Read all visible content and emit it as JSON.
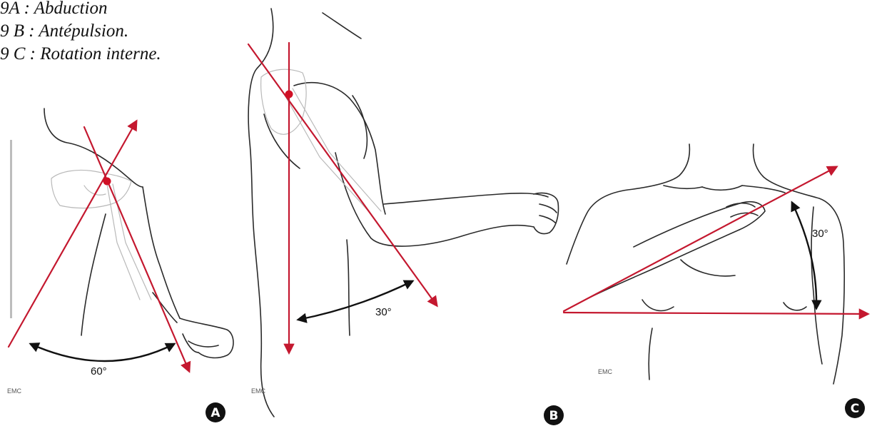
{
  "caption": {
    "lines": [
      "9A : Abduction",
      "9 B : Antépulsion.",
      "9 C : Rotation interne."
    ]
  },
  "panels": [
    {
      "letter": "A",
      "angle_label": "60°",
      "mark": "EMC"
    },
    {
      "letter": "B",
      "angle_label": "30°",
      "mark": "EMC"
    },
    {
      "letter": "C",
      "angle_label": "30°",
      "mark": "EMC"
    }
  ],
  "colors": {
    "axis": "#c4182f",
    "arc": "#111111",
    "pivot": "#d01025",
    "reference_bar": "#bdbdbd",
    "badge": "#111111"
  }
}
